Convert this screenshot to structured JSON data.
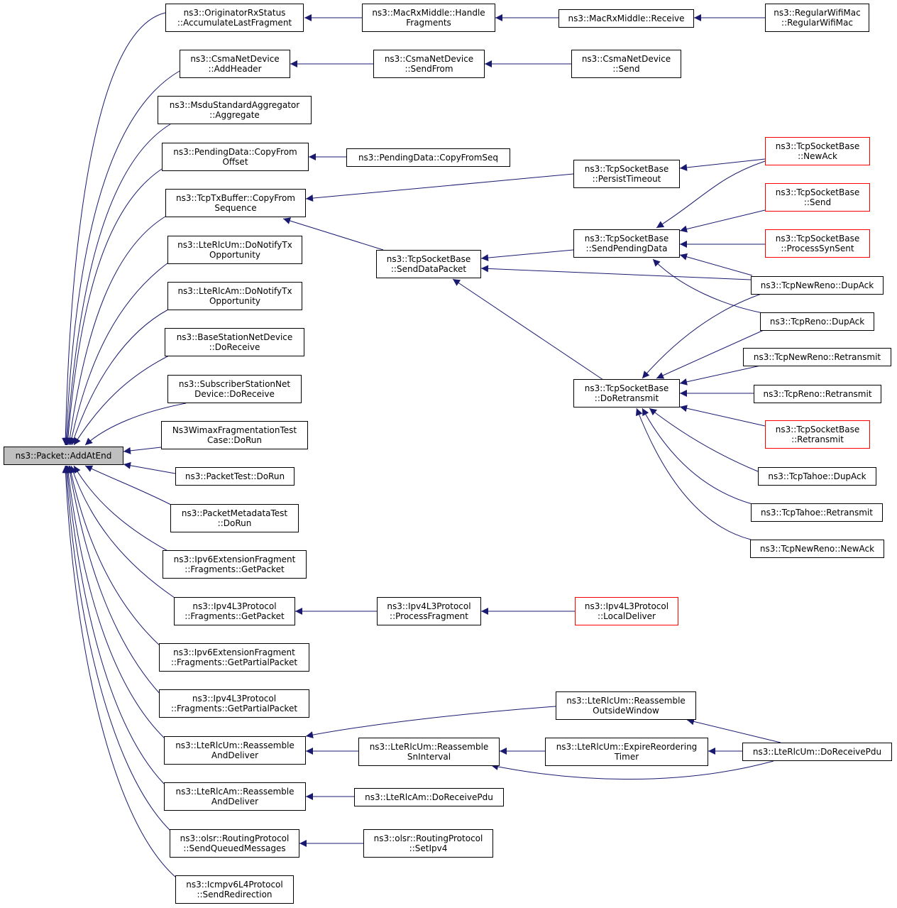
{
  "colors": {
    "edge": "#191970",
    "node_border": "#000000",
    "node_border_red": "#ff0000",
    "root_fill": "#bfbfbf"
  },
  "nodes": {
    "root": [
      "ns3::Packet::AddAtEnd"
    ],
    "orig_accum": [
      "ns3::OriginatorRxStatus",
      "::AccumulateLastFragment"
    ],
    "macrx_handle": [
      "ns3::MacRxMiddle::Handle",
      "Fragments"
    ],
    "macrx_receive": [
      "ns3::MacRxMiddle::Receive"
    ],
    "regular_wifi": [
      "ns3::RegularWifiMac",
      "::RegularWifiMac"
    ],
    "csma_addheader": [
      "ns3::CsmaNetDevice",
      "::AddHeader"
    ],
    "csma_sendfrom": [
      "ns3::CsmaNetDevice",
      "::SendFrom"
    ],
    "csma_send": [
      "ns3::CsmaNetDevice",
      "::Send"
    ],
    "msdu_aggregate": [
      "ns3::MsduStandardAggregator",
      "::Aggregate"
    ],
    "pending_copyfrom": [
      "ns3::PendingData::CopyFrom",
      "Offset"
    ],
    "pending_copyseq": [
      "ns3::PendingData::CopyFromSeq"
    ],
    "tcptx_copy": [
      "ns3::TcpTxBuffer::CopyFrom",
      "Sequence"
    ],
    "tcp_persist": [
      "ns3::TcpSocketBase",
      "::PersistTimeout"
    ],
    "tcp_newack": [
      "ns3::TcpSocketBase",
      "::NewAck"
    ],
    "tcp_send": [
      "ns3::TcpSocketBase",
      "::Send"
    ],
    "tcp_sendpending": [
      "ns3::TcpSocketBase",
      "::SendPendingData"
    ],
    "tcp_synsent": [
      "ns3::TcpSocketBase",
      "::ProcessSynSent"
    ],
    "tcp_senddata": [
      "ns3::TcpSocketBase",
      "::SendDataPacket"
    ],
    "newreno_dupack": [
      "ns3::TcpNewReno::DupAck"
    ],
    "reno_dupack": [
      "ns3::TcpReno::DupAck"
    ],
    "newreno_retx": [
      "ns3::TcpNewReno::Retransmit"
    ],
    "tcp_doretx": [
      "ns3::TcpSocketBase",
      "::DoRetransmit"
    ],
    "reno_retx": [
      "ns3::TcpReno::Retransmit"
    ],
    "tcp_retx": [
      "ns3::TcpSocketBase",
      "::Retransmit"
    ],
    "tahoe_dupack": [
      "ns3::TcpTahoe::DupAck"
    ],
    "tahoe_retx": [
      "ns3::TcpTahoe::Retransmit"
    ],
    "newreno_newack": [
      "ns3::TcpNewReno::NewAck"
    ],
    "lterlcum_notify": [
      "ns3::LteRlcUm::DoNotifyTx",
      "Opportunity"
    ],
    "lterlcam_notify": [
      "ns3::LteRlcAm::DoNotifyTx",
      "Opportunity"
    ],
    "bs_doreceive": [
      "ns3::BaseStationNetDevice",
      "::DoReceive"
    ],
    "ss_doreceive": [
      "ns3::SubscriberStationNet",
      "Device::DoReceive"
    ],
    "wimax_frag": [
      "Ns3WimaxFragmentationTest",
      "Case::DoRun"
    ],
    "packet_test": [
      "ns3::PacketTest::DoRun"
    ],
    "packet_meta": [
      "ns3::PacketMetadataTest",
      "::DoRun"
    ],
    "ipv6_getpacket": [
      "ns3::Ipv6ExtensionFragment",
      "::Fragments::GetPacket"
    ],
    "ipv4_getpacket": [
      "ns3::Ipv4L3Protocol",
      "::Fragments::GetPacket"
    ],
    "ipv4_processfrag": [
      "ns3::Ipv4L3Protocol",
      "::ProcessFragment"
    ],
    "ipv4_localdeliver": [
      "ns3::Ipv4L3Protocol",
      "::LocalDeliver"
    ],
    "ipv6_getpartial": [
      "ns3::Ipv6ExtensionFragment",
      "::Fragments::GetPartialPacket"
    ],
    "ipv4_getpartial": [
      "ns3::Ipv4L3Protocol",
      "::Fragments::GetPartialPacket"
    ],
    "lterlcum_reasm_deliver": [
      "ns3::LteRlcUm::Reassemble",
      "AndDeliver"
    ],
    "lterlcum_outside": [
      "ns3::LteRlcUm::Reassemble",
      "OutsideWindow"
    ],
    "lterlcum_sninterval": [
      "ns3::LteRlcUm::Reassemble",
      "SnInterval"
    ],
    "lterlcum_expire": [
      "ns3::LteRlcUm::ExpireReordering",
      "Timer"
    ],
    "lterlcum_receivepdu": [
      "ns3::LteRlcUm::DoReceivePdu"
    ],
    "lterlcam_reasm_deliver": [
      "ns3::LteRlcAm::Reassemble",
      "AndDeliver"
    ],
    "lterlcam_receivepdu": [
      "ns3::LteRlcAm::DoReceivePdu"
    ],
    "olsr_sendqueued": [
      "ns3::olsr::RoutingProtocol",
      "::SendQueuedMessages"
    ],
    "olsr_setipv4": [
      "ns3::olsr::RoutingProtocol",
      "::SetIpv4"
    ],
    "icmpv6_redirect": [
      "ns3::Icmpv6L4Protocol",
      "::SendRedirection"
    ]
  }
}
